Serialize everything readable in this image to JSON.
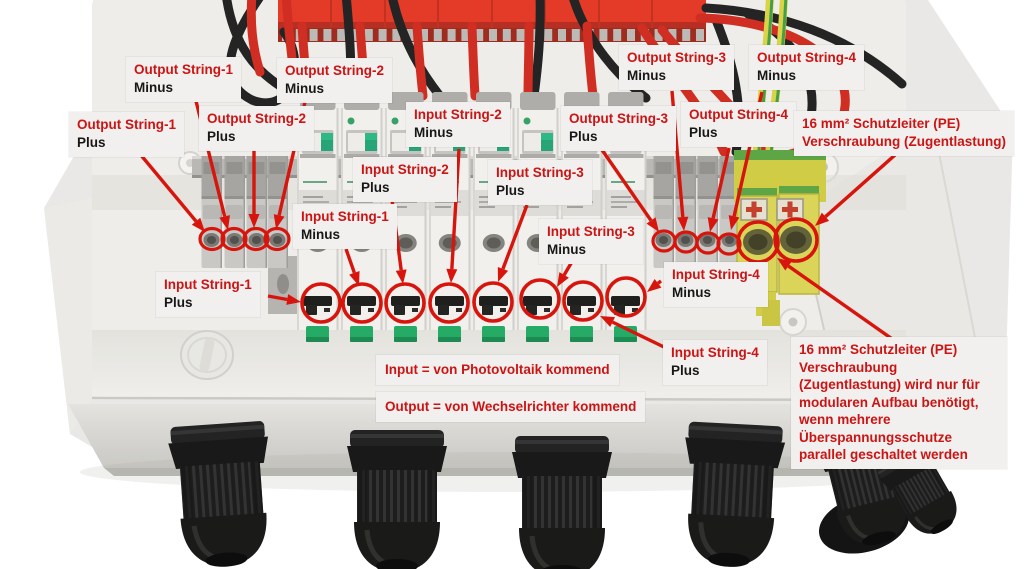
{
  "colors": {
    "annotation_red": "#d7150d",
    "label_background": "#f1f0ee",
    "label_text_red": "#cc1414",
    "label_text_black": "#171717",
    "wire_red": "#cf2619",
    "wire_black": "#1c1c1c",
    "ground_yellow": "#d8d23e",
    "ground_green": "#3d9c42",
    "enclosure_gray": "#e9e8e5",
    "surge_protector_red": "#e23320",
    "din_clip_green": "#1da85f"
  },
  "labels": {
    "output_string_1_minus": {
      "line1": "Output String-1",
      "line2": "Minus"
    },
    "output_string_1_plus": {
      "line1": "Output String-1",
      "line2": "Plus"
    },
    "output_string_2_minus": {
      "line1": "Output String-2",
      "line2": "Minus"
    },
    "output_string_2_plus": {
      "line1": "Output String-2",
      "line2": "Plus"
    },
    "output_string_3_minus": {
      "line1": "Output String-3",
      "line2": "Minus"
    },
    "output_string_3_plus": {
      "line1": "Output String-3",
      "line2": "Plus"
    },
    "output_string_4_minus": {
      "line1": "Output String-4",
      "line2": "Minus"
    },
    "output_string_4_plus": {
      "line1": "Output String-4",
      "line2": "Plus"
    },
    "input_string_1_minus": {
      "line1": "Input String-1",
      "line2": "Minus"
    },
    "input_string_1_plus": {
      "line1": "Input String-1",
      "line2": "Plus"
    },
    "input_string_2_minus": {
      "line1": "Input String-2",
      "line2": "Minus"
    },
    "input_string_2_plus": {
      "line1": "Input String-2",
      "line2": "Plus"
    },
    "input_string_3_minus": {
      "line1": "Input String-3",
      "line2": "Minus"
    },
    "input_string_3_plus": {
      "line1": "Input String-3",
      "line2": "Plus"
    },
    "input_string_4_minus": {
      "line1": "Input String-4",
      "line2": "Minus"
    },
    "input_string_4_plus": {
      "line1": "Input String-4",
      "line2": "Plus"
    },
    "pe_gland": {
      "line1": "16 mm² Schutzleiter (PE)",
      "line2": "Verschraubung (Zugentlastung)"
    },
    "input_legend": {
      "text": "Input = von Photovoltaik kommend"
    },
    "output_legend": {
      "text": "Output = von Wechselrichter kommend"
    },
    "pe_note": {
      "text": "16 mm² Schutzleiter (PE) Verschraubung (Zugentlastung) wird nur für modularen Aufbau benötigt, wenn mehrere Überspannungsschutze parallel geschaltet werden"
    }
  }
}
